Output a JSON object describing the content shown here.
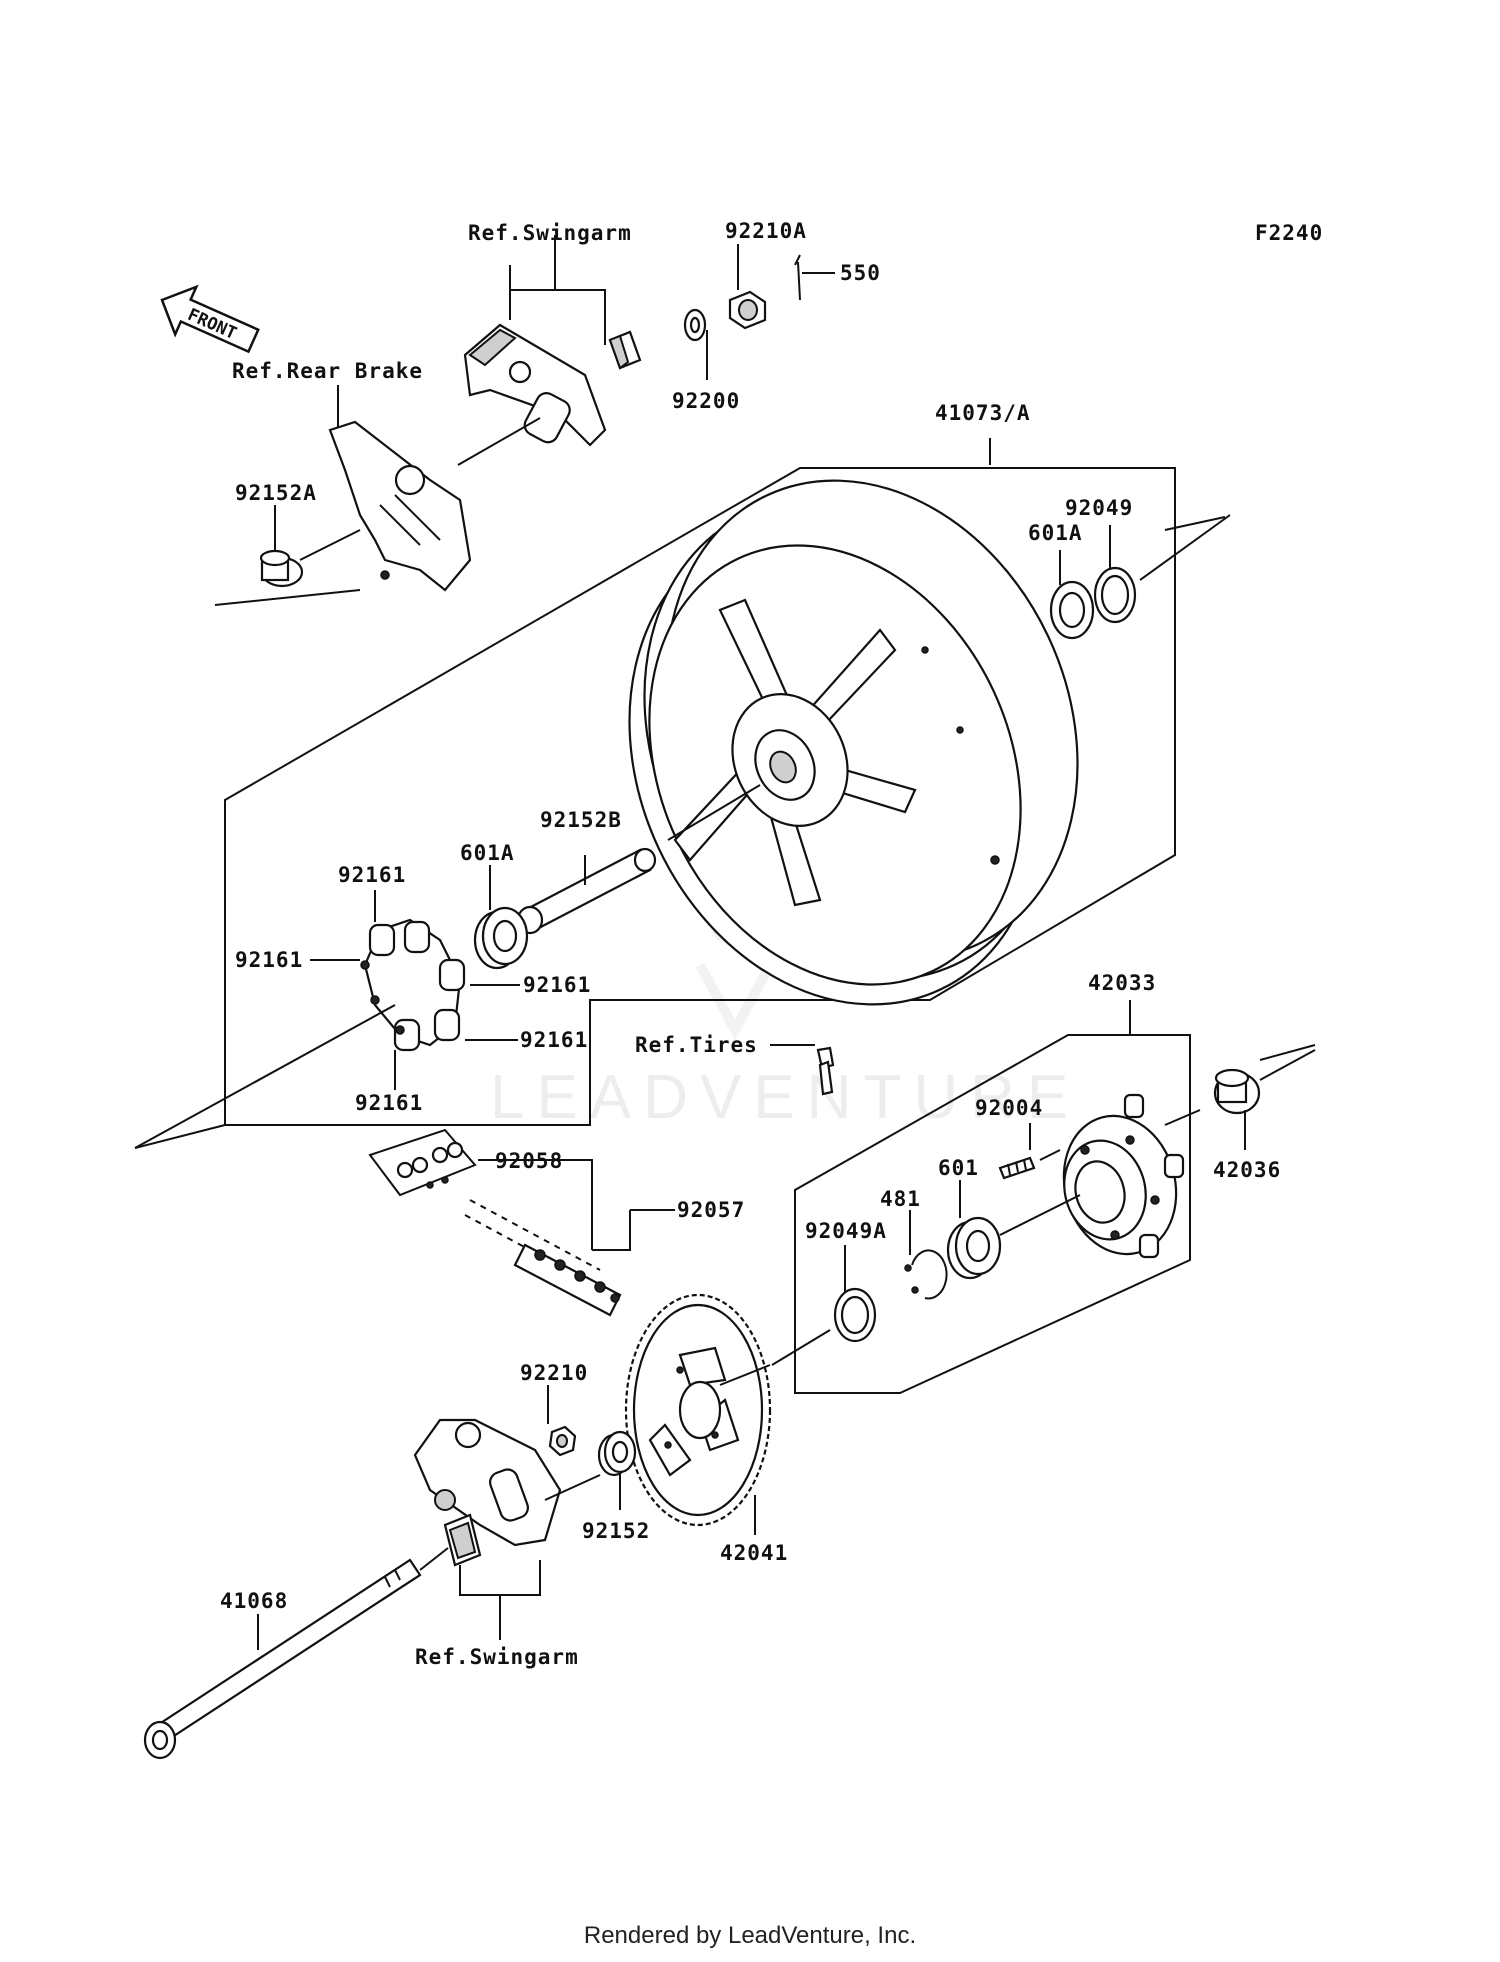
{
  "diagram_code": "F2240",
  "watermark": "LEADVENTURE",
  "footer": "Rendered by LeadVenture, Inc.",
  "front_arrow_label": "FRONT",
  "labels": {
    "ref_swingarm_top": "Ref.Swingarm",
    "p92210A": "92210A",
    "p550": "550",
    "ref_rear_brake": "Ref.Rear Brake",
    "p92200": "92200",
    "p41073A": "41073/A",
    "p92152A": "92152A",
    "p92049": "92049",
    "p601A_top": "601A",
    "p92152B": "92152B",
    "p92161_a": "92161",
    "p601A_left": "601A",
    "p92161_b": "92161",
    "p92161_c": "92161",
    "p92161_d": "92161",
    "p92161_e": "92161",
    "p42033": "42033",
    "ref_tires": "Ref.Tires",
    "p92004": "92004",
    "p42036": "42036",
    "p92058": "92058",
    "p92057": "92057",
    "p481": "481",
    "p601": "601",
    "p92049A": "92049A",
    "p92210": "92210",
    "p92152": "92152",
    "p42041": "42041",
    "p41068": "41068",
    "ref_swingarm_bottom": "Ref.Swingarm"
  }
}
